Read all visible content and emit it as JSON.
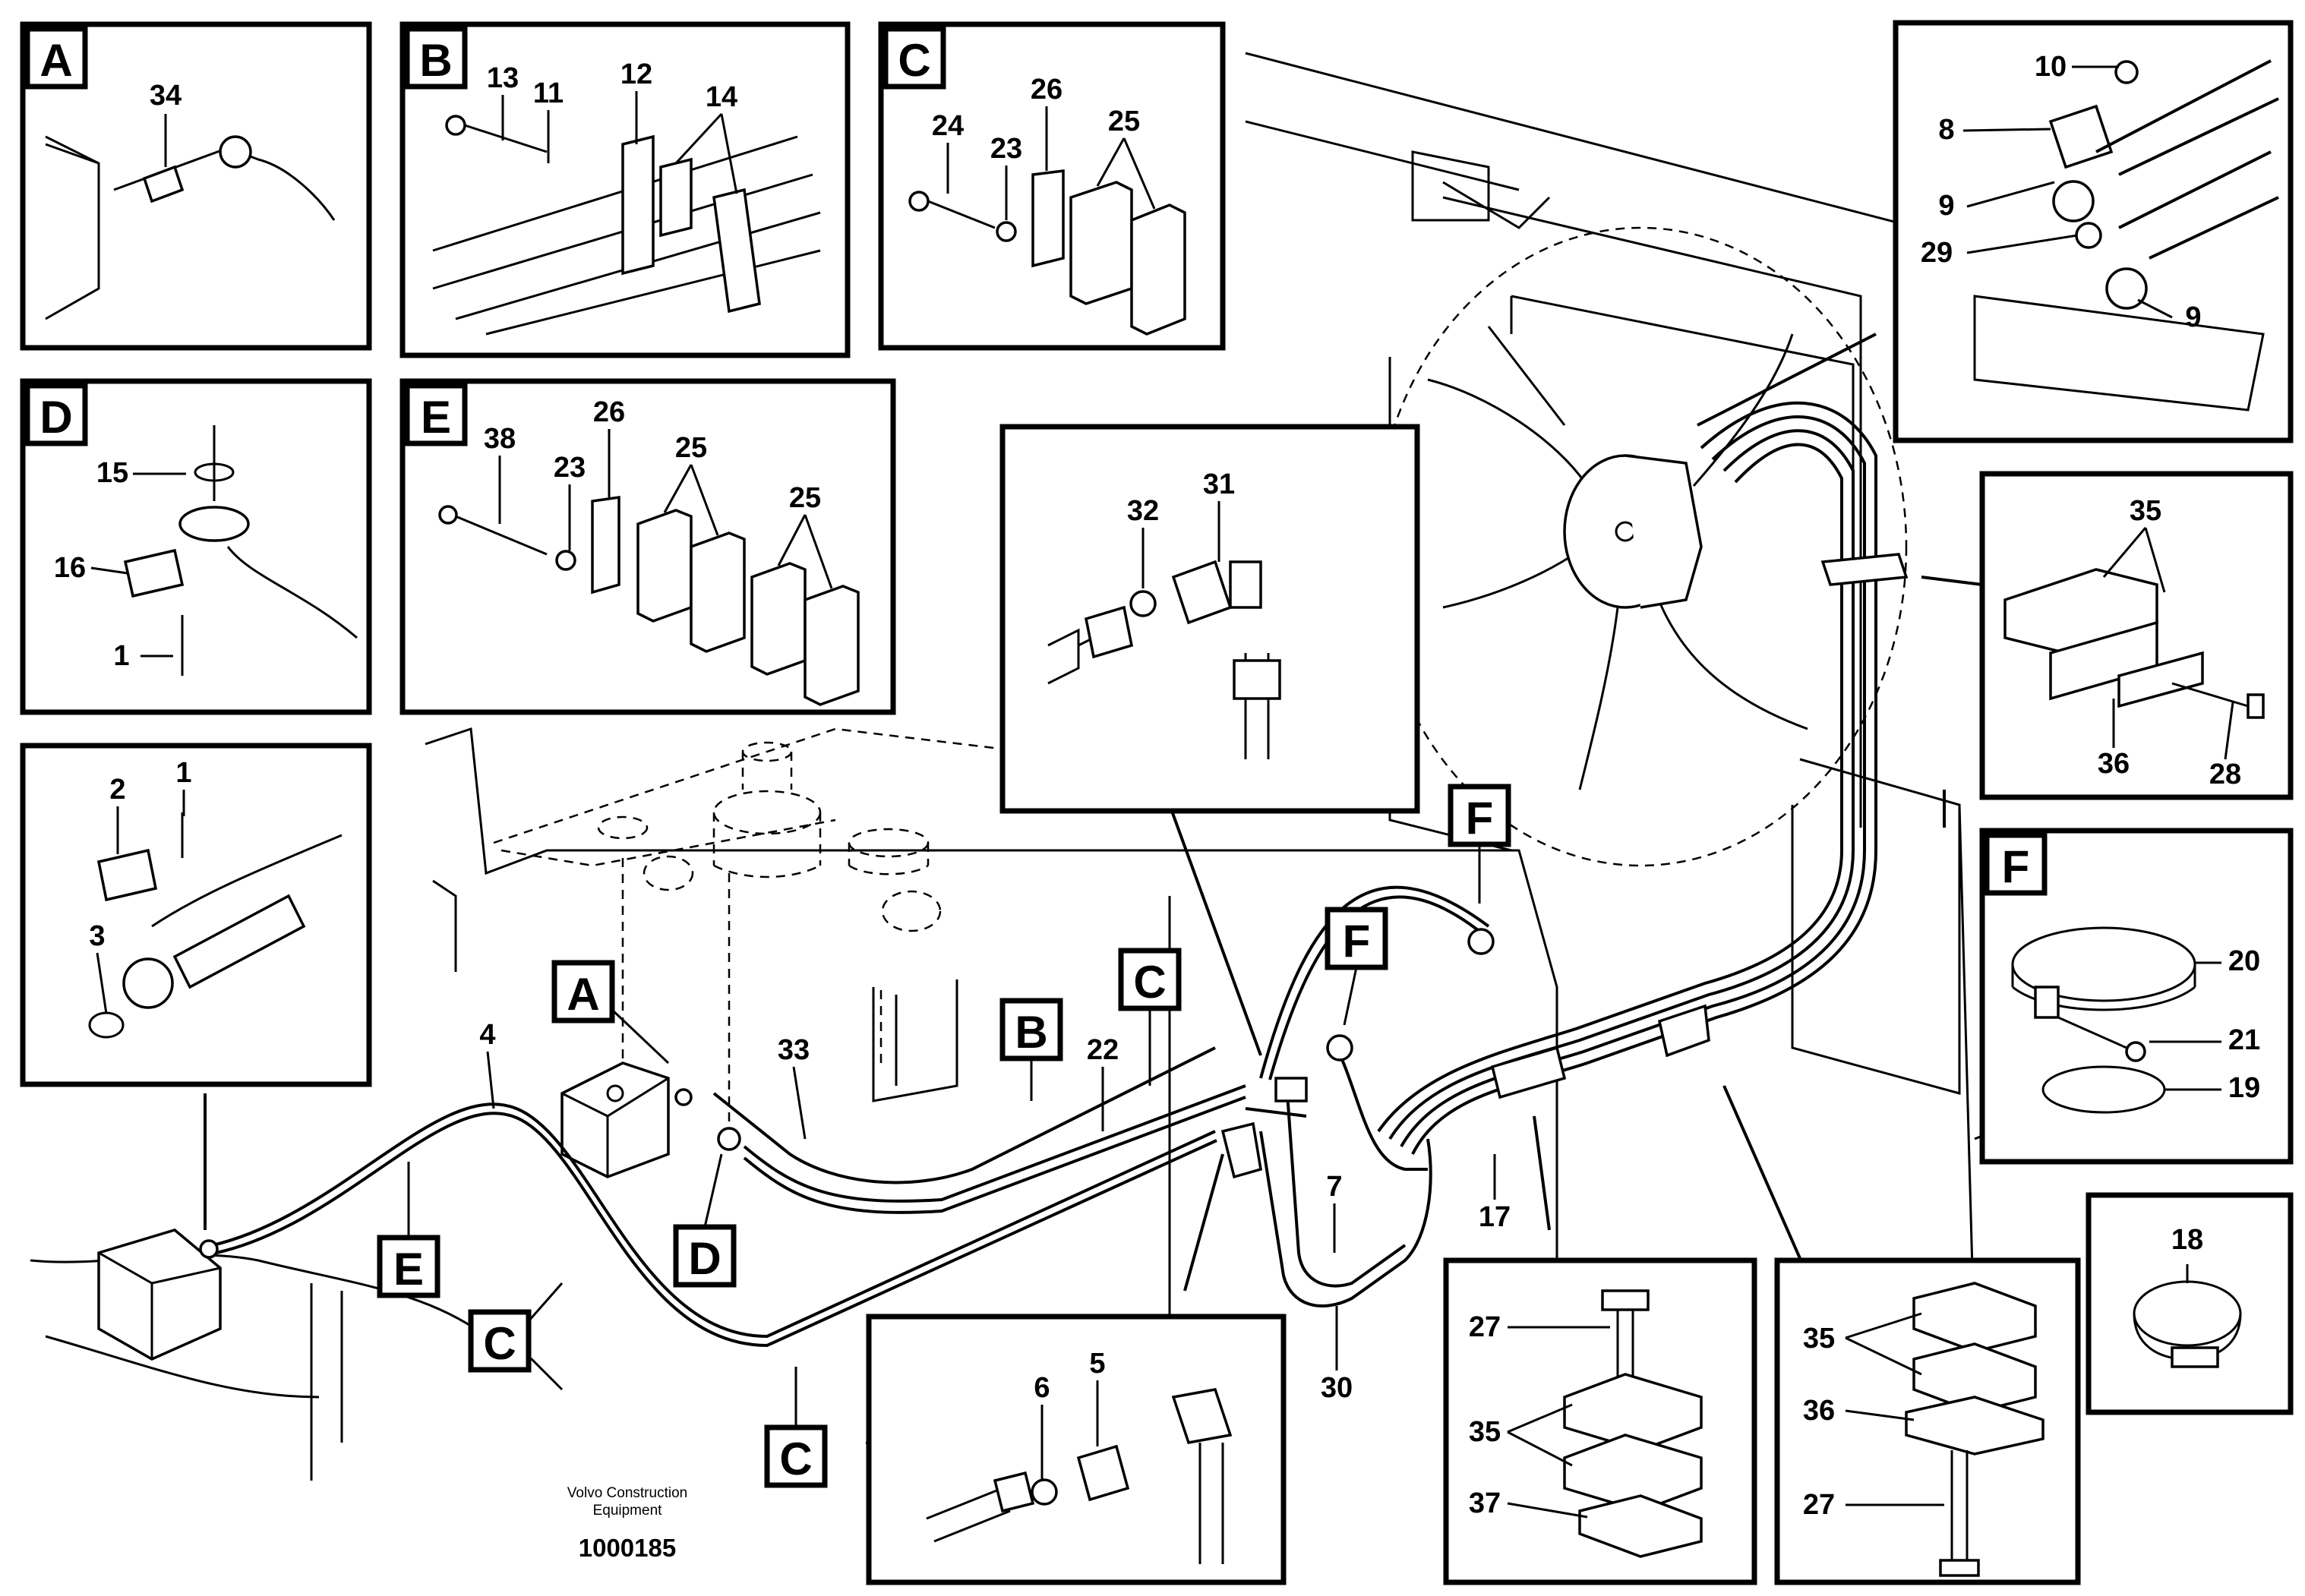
{
  "boxes": [
    {
      "letter": "A",
      "labels": [
        "34"
      ]
    },
    {
      "letter": "B",
      "labels": [
        "13",
        "11",
        "12",
        "14"
      ]
    },
    {
      "letter": "C",
      "labels": [
        "24",
        "23",
        "26",
        "25"
      ]
    },
    {
      "letter": "D",
      "labels": [
        "15",
        "16",
        "1"
      ]
    },
    {
      "letter": "E",
      "labels": [
        "38",
        "23",
        "26",
        "25",
        "25"
      ]
    },
    {
      "letter": "",
      "labels": [
        "1",
        "2",
        "3"
      ]
    },
    {
      "letter": "",
      "labels": [
        "32",
        "31"
      ]
    },
    {
      "letter": "",
      "labels": [
        "10",
        "8",
        "9",
        "29",
        "9"
      ]
    },
    {
      "letter": "",
      "labels": [
        "35",
        "36",
        "28"
      ]
    },
    {
      "letter": "F",
      "labels": [
        "20",
        "21",
        "19"
      ]
    },
    {
      "letter": "",
      "labels": [
        "18"
      ]
    },
    {
      "letter": "",
      "labels": [
        "6",
        "5"
      ]
    },
    {
      "letter": "",
      "labels": [
        "27",
        "35",
        "37"
      ]
    },
    {
      "letter": "",
      "labels": [
        "35",
        "36",
        "27"
      ]
    }
  ],
  "main_callouts": [
    "A",
    "B",
    "C",
    "C",
    "C",
    "D",
    "E",
    "F",
    "F"
  ],
  "main_labels": [
    "4",
    "33",
    "22",
    "7",
    "17",
    "30"
  ],
  "footer": {
    "credit_line1": "Volvo Construction",
    "credit_line2": "Equipment",
    "doc_number": "1000185"
  }
}
